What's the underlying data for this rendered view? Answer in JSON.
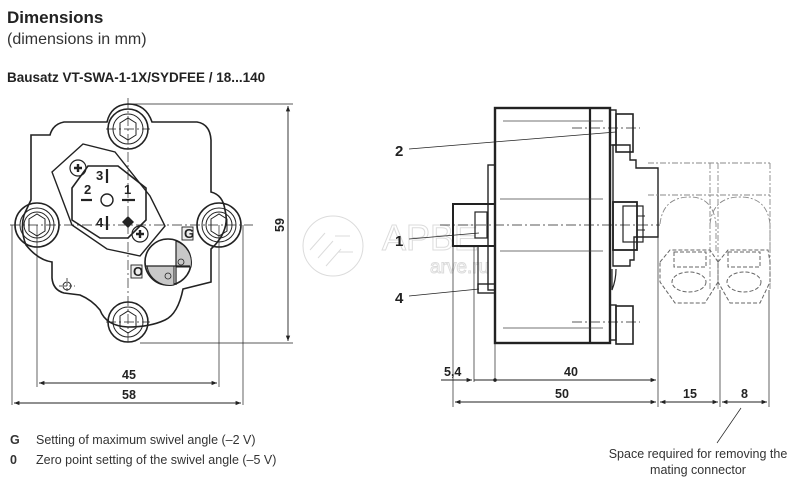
{
  "header": {
    "title": "Dimensions",
    "subtitle": "(dimensions in mm)",
    "kit_label": "Bausatz VT-SWA-1-1X/SYDFEE / 18...140"
  },
  "front_view": {
    "pins": [
      "1",
      "2",
      "3",
      "4"
    ],
    "adjust_labels": {
      "max_angle": "G",
      "zero_point": "O"
    },
    "dimensions": {
      "height": "59",
      "inner_width": "45",
      "outer_width": "58"
    }
  },
  "side_view": {
    "callouts": [
      "2",
      "1",
      "4"
    ],
    "dimensions": {
      "offset": "5,4",
      "body": "40",
      "total": "50",
      "connector": "15",
      "clearance": "8"
    },
    "clearance_note": "Space required for removing the mating connector"
  },
  "legend": [
    {
      "key": "G",
      "text": "Setting of maximum swivel angle (–2 V)"
    },
    {
      "key": "0",
      "text": "Zero point setting of the swivel angle (–5 V)"
    }
  ],
  "watermark": {
    "brand": "АРВЕ",
    "url": "arve.ru"
  }
}
